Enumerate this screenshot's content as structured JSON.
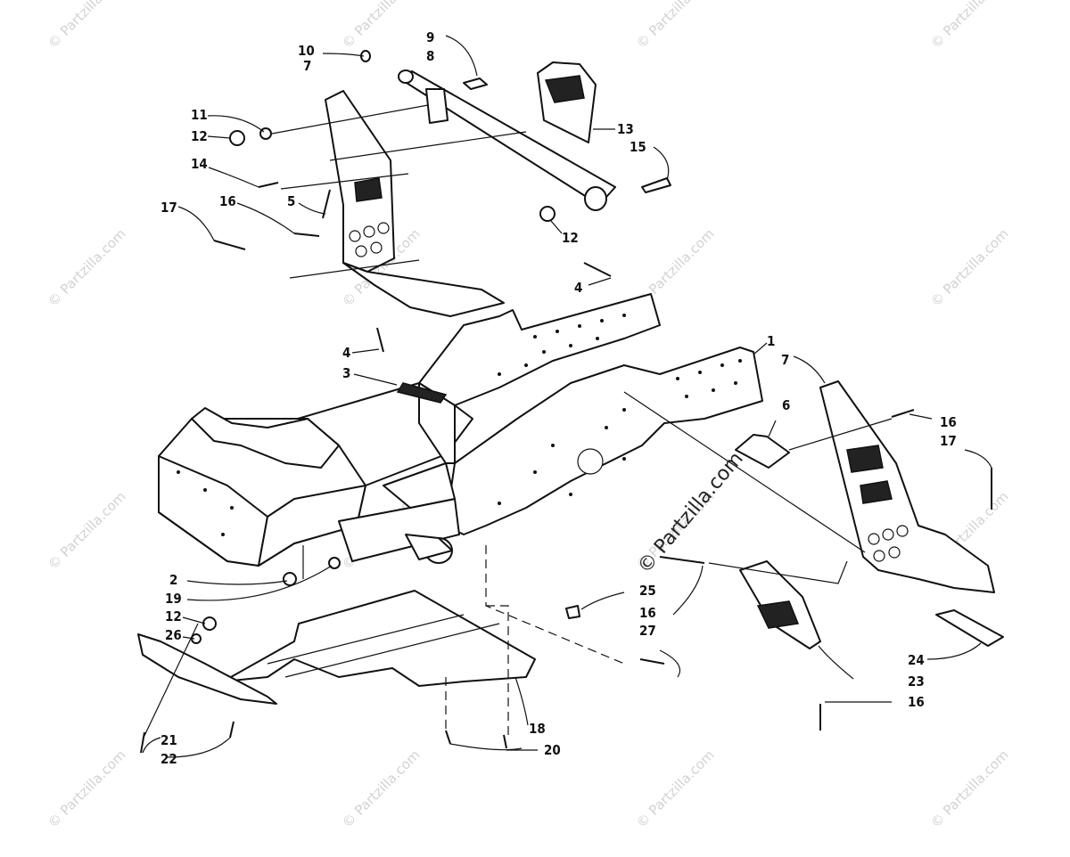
{
  "watermark": {
    "text": "© Partzilla.com",
    "center_text": "© Partzilla.com",
    "color": "#d2d2d2"
  },
  "diagram": {
    "parts": [
      {
        "id": "frame",
        "label": "1"
      },
      {
        "id": "nut-lower-a",
        "label": "2"
      },
      {
        "id": "decal",
        "label": "3"
      },
      {
        "id": "rivet-upper",
        "label": "4"
      },
      {
        "id": "rivet-mid",
        "label": "4"
      },
      {
        "id": "rod",
        "label": "5"
      },
      {
        "id": "bracket-small",
        "label": "6"
      },
      {
        "id": "plate-left",
        "label": "7"
      },
      {
        "id": "plate-right",
        "label": "7"
      },
      {
        "id": "tube",
        "label": "8"
      },
      {
        "id": "bolt-top",
        "label": "9"
      },
      {
        "id": "plug",
        "label": "10"
      },
      {
        "id": "washer",
        "label": "11"
      },
      {
        "id": "nut-left",
        "label": "12"
      },
      {
        "id": "nut-right",
        "label": "12"
      },
      {
        "id": "nut-front",
        "label": "12"
      },
      {
        "id": "steering-support",
        "label": "13"
      },
      {
        "id": "bolt-left",
        "label": "14"
      },
      {
        "id": "bolt-right",
        "label": "15"
      },
      {
        "id": "rivet-left",
        "label": "16"
      },
      {
        "id": "rivet-right-top",
        "label": "16"
      },
      {
        "id": "rivet-right-mid",
        "label": "16"
      },
      {
        "id": "rivet-right-low",
        "label": "16"
      },
      {
        "id": "rivet-left-long",
        "label": "17"
      },
      {
        "id": "rivet-right-long",
        "label": "17"
      },
      {
        "id": "belly-pan",
        "label": "18"
      },
      {
        "id": "nut-lower-b",
        "label": "19"
      },
      {
        "id": "screws",
        "label": "20"
      },
      {
        "id": "screw-a",
        "label": "21"
      },
      {
        "id": "screw-b",
        "label": "22"
      },
      {
        "id": "gusset",
        "label": "23"
      },
      {
        "id": "strap",
        "label": "24"
      },
      {
        "id": "clip",
        "label": "25"
      },
      {
        "id": "washer-b",
        "label": "26"
      },
      {
        "id": "rivet-long",
        "label": "27"
      }
    ]
  }
}
